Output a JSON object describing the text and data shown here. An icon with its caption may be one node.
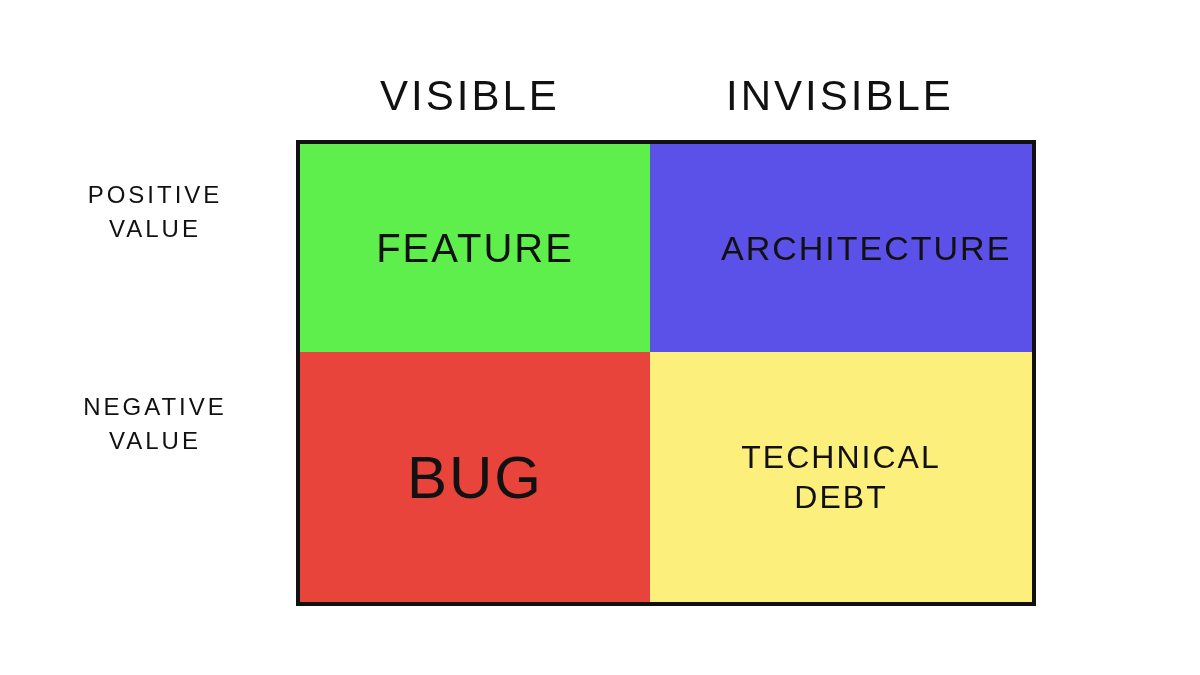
{
  "diagram": {
    "nodes": [
      {
        "text": [
          "FEATURE"
        ]
      },
      {
        "text": [
          "ARCHITECTURE"
        ]
      },
      {
        "text": [
          "BUG"
        ]
      },
      {
        "text": [
          "TECHNICAL DEBT"
        ]
      }
    ],
    "labels": [
      "VISIBLE",
      "INVISIBLE",
      "POSITIVE VALUE",
      "NEGATIVE VALUE"
    ]
  }
}
